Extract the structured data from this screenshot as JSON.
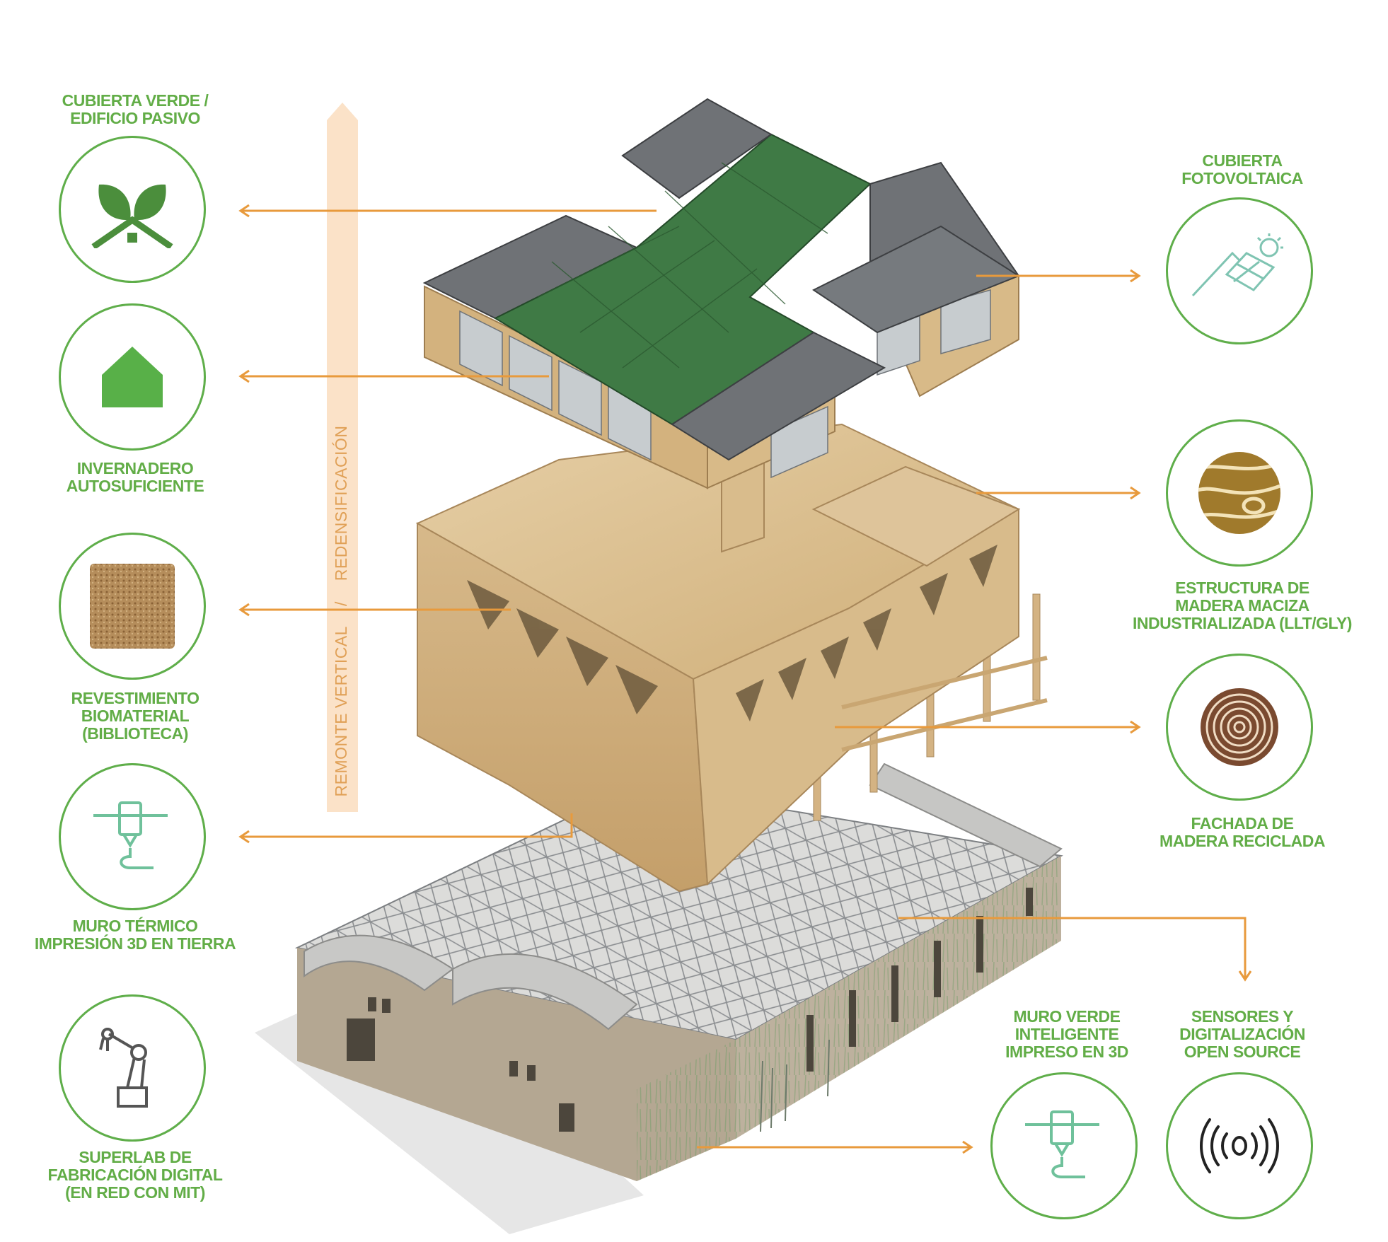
{
  "colors": {
    "label_green": "#62ad47",
    "circle_green": "#5fae4a",
    "arrow_orange": "#e89a3c",
    "timber": "#dcc296",
    "green_roof": "#3f7a45",
    "pv_grey": "#6f7276",
    "warehouse_wall": "#b9ac98"
  },
  "vertical_axis": {
    "left_text": "REMONTE VERTICAL",
    "separator": "/",
    "right_text": "REDENSIFICACIÓN"
  },
  "features": [
    {
      "id": "cubierta-verde",
      "lines": [
        "CUBIERTA VERDE /",
        "EDIFICIO PASIVO"
      ],
      "icon": "leaf-house-icon"
    },
    {
      "id": "invernadero",
      "lines": [
        "INVERNADERO",
        "AUTOSUFICIENTE"
      ],
      "icon": "house-icon"
    },
    {
      "id": "revestimiento",
      "lines": [
        "REVESTIMIENTO",
        "BIOMATERIAL",
        "(BIBLIOTECA)"
      ],
      "icon": "cork-block-icon"
    },
    {
      "id": "muro-termico",
      "lines": [
        "MURO TÉRMICO",
        "IMPRESIÓN 3D EN TIERRA"
      ],
      "icon": "3d-printer-icon"
    },
    {
      "id": "superlab",
      "lines": [
        "SUPERLAB DE",
        "FABRICACIÓN DIGITAL",
        "(EN RED CON MIT)"
      ],
      "icon": "robot-arm-icon"
    },
    {
      "id": "cubierta-fotovoltaica",
      "lines": [
        "CUBIERTA",
        "FOTOVOLTAICA"
      ],
      "icon": "solar-panel-icon"
    },
    {
      "id": "estructura-madera",
      "lines": [
        "ESTRUCTURA DE",
        "MADERA MACIZA",
        "INDUSTRIALIZADA (LLT/GLY)"
      ],
      "icon": "wood-grain-icon"
    },
    {
      "id": "fachada-madera",
      "lines": [
        "FACHADA DE",
        "MADERA RECICLADA"
      ],
      "icon": "tree-ring-icon"
    },
    {
      "id": "muro-verde",
      "lines": [
        "MURO VERDE",
        "INTELIGENTE",
        "IMPRESO EN 3D"
      ],
      "icon": "3d-printer-icon"
    },
    {
      "id": "sensores",
      "lines": [
        "SENSORES Y",
        "DIGITALIZACIÓN",
        "OPEN SOURCE"
      ],
      "icon": "wireless-signal-icon"
    }
  ]
}
